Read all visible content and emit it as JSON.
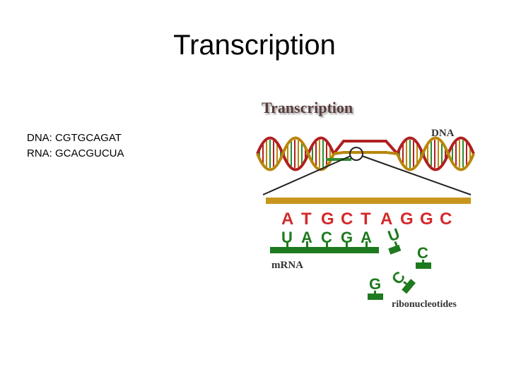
{
  "slide": {
    "title": "Transcription",
    "lines": [
      "DNA: CGTGCAGAT",
      "RNA: GCACGUCUA"
    ]
  },
  "figure": {
    "banner": "Transcription",
    "dna_label": "DNA",
    "template_bases": [
      "A",
      "T",
      "G",
      "C",
      "T",
      "A",
      "G",
      "G",
      "C"
    ],
    "rna_bases": [
      "U",
      "A",
      "C",
      "G",
      "A"
    ],
    "incoming_u": "U",
    "mrna_label": "mRNA",
    "free_nucleotides": [
      "C",
      "G",
      "C"
    ],
    "ribonucleotides_label": "ribonucleotides",
    "colors": {
      "dna_backbone": "#b8860b",
      "dna_red": "#b02020",
      "dna_green": "#2e8b2e",
      "template_bases": "#d42a2a",
      "rna_green": "#1e7a1e"
    }
  }
}
